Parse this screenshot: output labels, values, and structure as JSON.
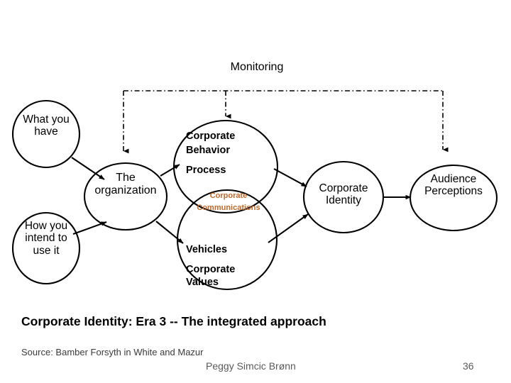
{
  "slide": {
    "title_caption": "Corporate Identity: Era 3 -- The integrated approach",
    "source": "Source: Bamber Forsyth in White and Mazur",
    "author": "Peggy Simcic Brønn",
    "page_number": "36",
    "background_color": "#ffffff"
  },
  "diagram": {
    "monitoring_label": "Monitoring",
    "nodes": {
      "what_you_have": "What you\nhave",
      "how_you_intend": "How you\nintend to\nuse it",
      "the_organization": "The\norganization",
      "corporate_behavior": "Corporate\nBehavior",
      "process": "Process",
      "corporate_communications": "Corporate\nCommunications",
      "vehicles": "Vehicles",
      "corporate_values": "Corporate\nValues",
      "corporate_identity": "Corporate\nIdentity",
      "audience_perceptions": "Audience\nPerceptions"
    },
    "colors": {
      "stroke": "#000000",
      "communications_text": "#c0692b",
      "footer_text": "#5a5a5a"
    }
  }
}
